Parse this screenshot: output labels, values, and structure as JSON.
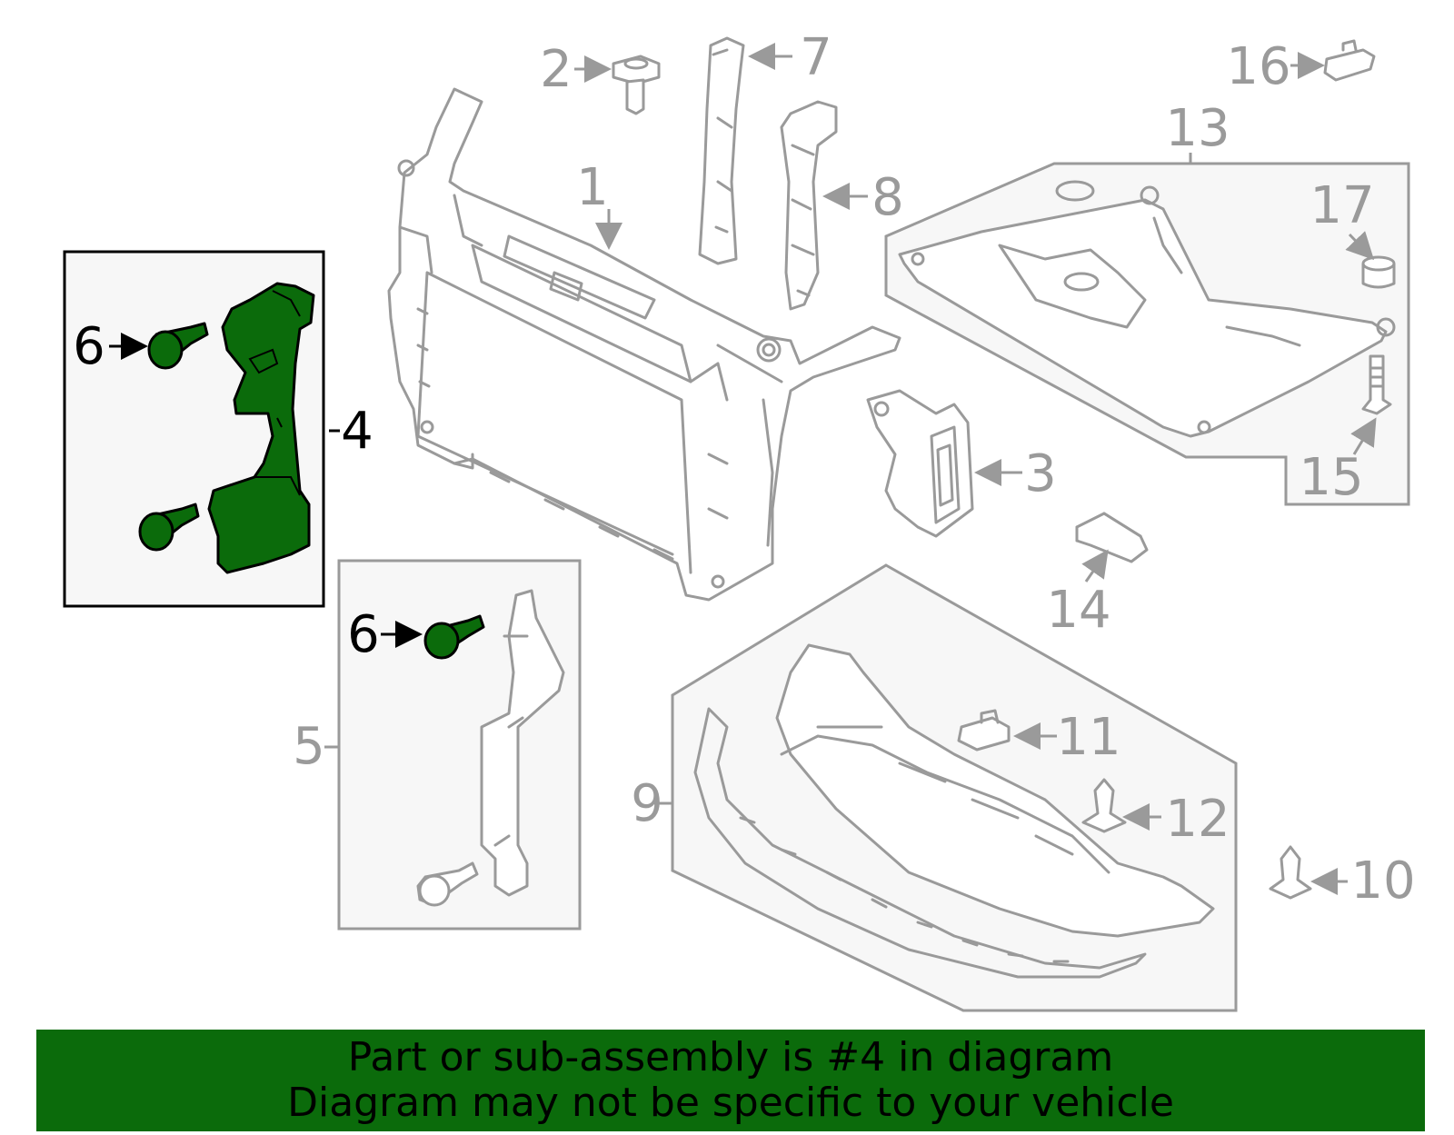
{
  "callouts": {
    "c1": "1",
    "c2": "2",
    "c3": "3",
    "c4": "4",
    "c5": "5",
    "c6a": "6",
    "c6b": "6",
    "c7": "7",
    "c8": "8",
    "c9": "9",
    "c10": "10",
    "c11": "11",
    "c12": "12",
    "c13": "13",
    "c14": "14",
    "c15": "15",
    "c16": "16",
    "c17": "17"
  },
  "banner": {
    "line1": "Part or sub-assembly is #4 in diagram",
    "line2": "Diagram may not be specific to your vehicle"
  },
  "colors": {
    "highlight": "#0b6b0b",
    "line_gray": "#9a9a9a",
    "panel_bg": "#f7f7f7"
  }
}
